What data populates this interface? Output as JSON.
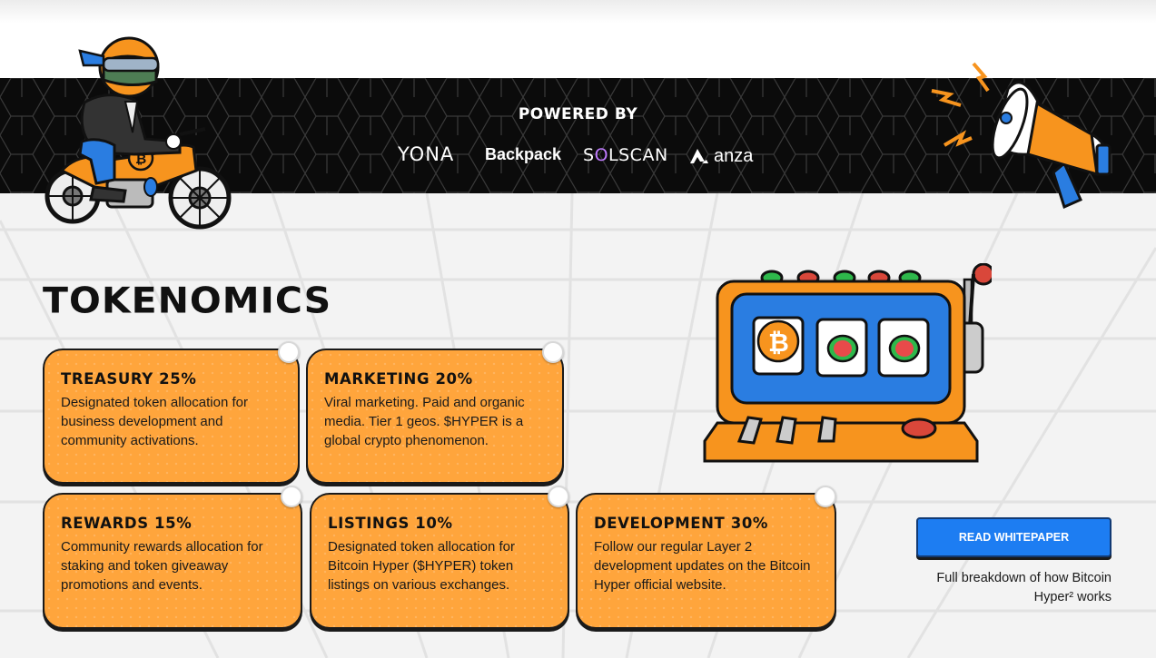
{
  "partners": {
    "heading": "POWERED BY",
    "logos": [
      {
        "name": "YONA",
        "text": "YONA"
      },
      {
        "name": "Backpack",
        "text": "Backpack"
      },
      {
        "name": "Solscan",
        "text_a": "S",
        "text_o": "O",
        "text_b": "LSCAN"
      },
      {
        "name": "anza",
        "text": "anza"
      }
    ]
  },
  "tokenomics": {
    "title": "TOKENOMICS",
    "cards": [
      {
        "heading": "TREASURY 25%",
        "body": "Designated token allocation for business development and community activations."
      },
      {
        "heading": "MARKETING 20%",
        "body": "Viral marketing. Paid and organic media. Tier 1 geos. $HYPER is a global crypto phenomenon."
      },
      {
        "heading": "REWARDS 15%",
        "body": "Community rewards allocation for staking and token giveaway promotions and events."
      },
      {
        "heading": "LISTINGS 10%",
        "body": "Designated token allocation for Bitcoin Hyper ($HYPER) token listings on various exchanges."
      },
      {
        "heading": "DEVELOPMENT 30%",
        "body": "Follow our regular Layer 2 development updates on the Bitcoin Hyper official website."
      }
    ]
  },
  "whitepaper": {
    "button_label": "READ WHITEPAPER",
    "note": "Full breakdown of how Bitcoin Hyper² works"
  },
  "illustrations": {
    "rider": "pepe-motorbike-bitcoin",
    "megaphone": "megaphone-icon",
    "slot_machine": "slot-machine-bitcoin-watermelon"
  },
  "colors": {
    "card_orange": "#ffa53c",
    "button_blue": "#1d7df2",
    "banner_black": "#0b0b0b"
  }
}
